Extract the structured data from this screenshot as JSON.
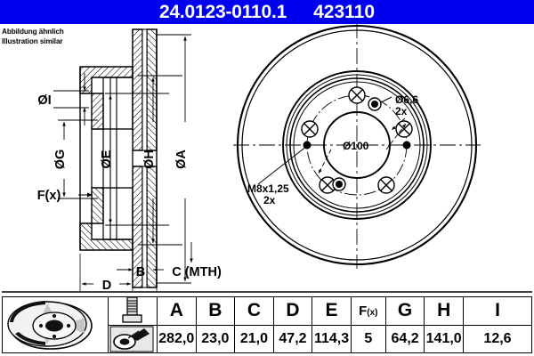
{
  "header": {
    "part_number": "24.0123-0110.1",
    "article_number": "423110",
    "bg_color": "#0000ee",
    "text_color": "#ffffff"
  },
  "note": {
    "line_de": "Abbildung ähnlich",
    "line_en": "Illustration similar"
  },
  "section_view": {
    "dimension_labels": [
      {
        "id": "I",
        "text": "ØI"
      },
      {
        "id": "G",
        "text": "ØG"
      },
      {
        "id": "E",
        "text": "ØE"
      },
      {
        "id": "H",
        "text": "ØH"
      },
      {
        "id": "A",
        "text": "ØA"
      },
      {
        "id": "Fx",
        "text": "F(x)"
      },
      {
        "id": "B",
        "text": "B"
      },
      {
        "id": "C",
        "text": "C (MTH)"
      },
      {
        "id": "D",
        "text": "D"
      }
    ]
  },
  "front_view": {
    "annotations": [
      {
        "id": "hole-dia",
        "line1": "Ø6,6",
        "line2": "2x"
      },
      {
        "id": "thread",
        "line1": "M8x1,25",
        "line2": "2x"
      },
      {
        "id": "bolt-circle",
        "line1": "Ø100"
      }
    ],
    "lug_holes": 5,
    "thread_holes": 2
  },
  "spec_table": {
    "columns": [
      "A",
      "B",
      "C",
      "D",
      "E",
      "F(x)",
      "G",
      "H",
      "I"
    ],
    "fx_label": {
      "main": "F",
      "sub": "(x)"
    },
    "values": [
      "282,0",
      "23,0",
      "21,0",
      "47,2",
      "114,3",
      "5",
      "64,2",
      "141,0",
      "12,6"
    ],
    "icons": [
      {
        "id": "brake-disc-photo",
        "name": "brake-disc-photo"
      },
      {
        "id": "bolt-icon",
        "name": "bolt-icon"
      },
      {
        "id": "tool-icon",
        "name": "mounting-tool-icon"
      }
    ]
  }
}
